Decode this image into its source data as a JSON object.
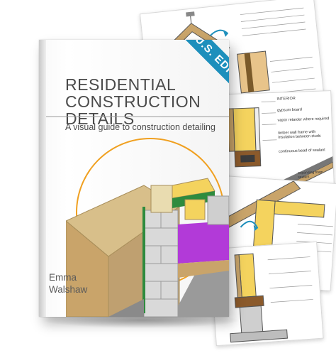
{
  "book": {
    "title_line_1": "RESIDENTIAL",
    "title_line_2": "CONSTRUCTION",
    "title_line_3": "DETAILS",
    "subtitle": "A visual guide to construction detailing",
    "edition_banner": "U.S. EDITION",
    "author_first": "Emma",
    "author_last": "Walshaw"
  },
  "drawing_labels": {
    "interior": "INTERIOR",
    "gypsum_board": "gypsum board",
    "vapor_retarder": "vapor retarder where required",
    "timber_wall_frame": "timber wall frame with insulation between studs",
    "continuous_bead": "continuous bead of sealant",
    "expanding_foam": "expanding foam sealant"
  },
  "colors": {
    "banner": "#1d8fbc",
    "accent_circle": "#f0a020",
    "insulation": "#f4d35e",
    "membrane": "#b23ad8",
    "block": "#d9d9d9",
    "sheathing": "#c9a46a"
  }
}
